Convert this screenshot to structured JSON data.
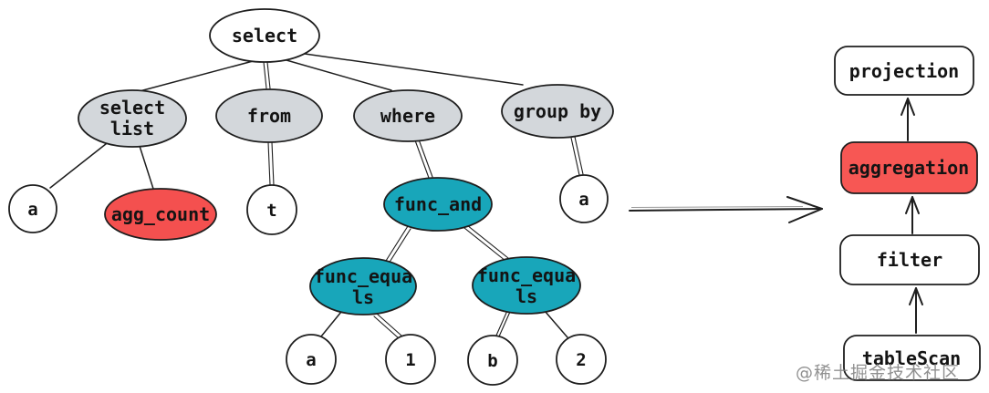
{
  "ast": {
    "nodes": {
      "select": {
        "label": "select"
      },
      "select_list": {
        "line1": "select",
        "line2": "list"
      },
      "from": {
        "label": "from"
      },
      "where": {
        "label": "where"
      },
      "group_by": {
        "label": "group by"
      },
      "col_a": {
        "label": "a"
      },
      "agg_count": {
        "label": "agg_count"
      },
      "table_t": {
        "label": "t"
      },
      "func_and": {
        "label": "func_and"
      },
      "group_col_a": {
        "label": "a"
      },
      "func_equals_left": {
        "line1": "func_equa",
        "line2": "ls"
      },
      "func_equals_right": {
        "line1": "func_equa",
        "line2": "ls"
      },
      "leaf_a": {
        "label": "a"
      },
      "leaf_1": {
        "label": "1"
      },
      "leaf_b": {
        "label": "b"
      },
      "leaf_2": {
        "label": "2"
      }
    }
  },
  "plan": {
    "nodes": {
      "projection": {
        "label": "projection"
      },
      "aggregation": {
        "label": "aggregation"
      },
      "filter": {
        "label": "filter"
      },
      "table_scan": {
        "label": "tableScan"
      }
    }
  },
  "watermark": {
    "text": "@稀土掘金技术社区"
  },
  "colors": {
    "stroke": "#1e1e1e",
    "clause_fill": "#d3d7db",
    "function_fill": "#18a6ba",
    "agg_ellipse_fill": "#f4504f",
    "agg_box_fill": "#f75754",
    "plain_fill": "#ffffff",
    "watermark": "#7d7d7d"
  }
}
